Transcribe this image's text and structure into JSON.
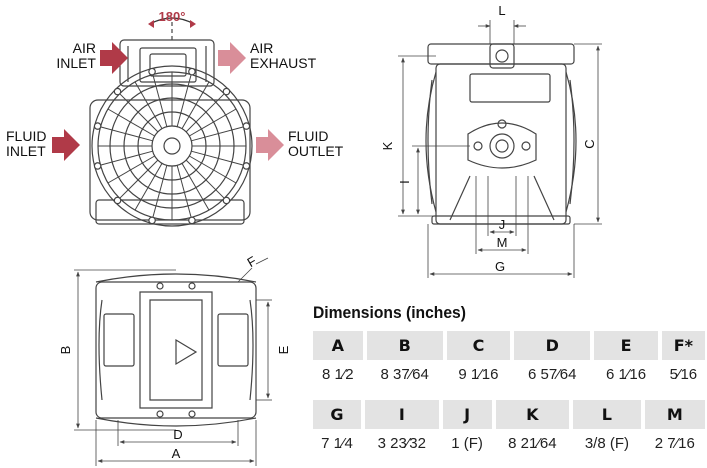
{
  "callouts": {
    "rotation": "180°",
    "air_inlet": [
      "AIR",
      "INLET"
    ],
    "air_exhaust": [
      "AIR",
      "EXHAUST"
    ],
    "fluid_inlet": [
      "FLUID",
      "INLET"
    ],
    "fluid_outlet": [
      "FLUID",
      "OUTLET"
    ]
  },
  "dimension_letters": {
    "A": "A",
    "B": "B",
    "C": "C",
    "D": "D",
    "E": "E",
    "F": "F",
    "G": "G",
    "I": "I",
    "J": "J",
    "K": "K",
    "L": "L",
    "M": "M"
  },
  "colors": {
    "arrow_dark": "#b03a48",
    "arrow_light": "#d98e99",
    "line": "#444444",
    "header_bg": "#e3e3e3"
  },
  "dimensions": {
    "title": "Dimensions (inches)",
    "table1": {
      "headers": [
        "A",
        "B",
        "C",
        "D",
        "E",
        "F*"
      ],
      "values": [
        "8 1⁄2",
        "8 37⁄64",
        "9 1⁄16",
        "6 57⁄64",
        "6 1⁄16",
        "5⁄16"
      ]
    },
    "table2": {
      "headers": [
        "G",
        "I",
        "J",
        "K",
        "L",
        "M"
      ],
      "values": [
        "7 1⁄4",
        "3 23⁄32",
        "1 (F)",
        "8 21⁄64",
        "3/8 (F)",
        "2 7⁄16"
      ]
    }
  }
}
